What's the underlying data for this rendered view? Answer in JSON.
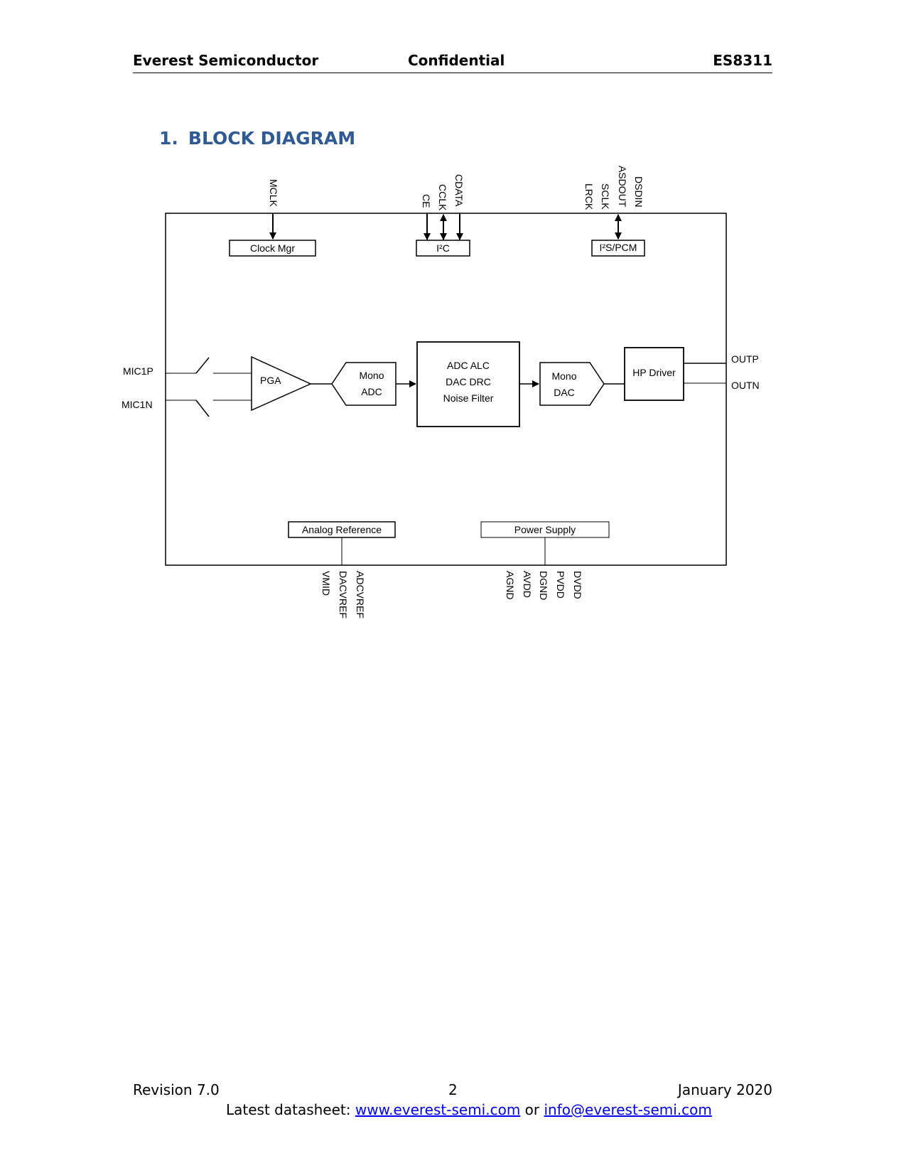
{
  "header": {
    "company": "Everest Semiconductor",
    "classification": "Confidential",
    "part_number": "ES8311"
  },
  "section": {
    "number": "1.",
    "title": "BLOCK DIAGRAM"
  },
  "diagram": {
    "top_pins": {
      "clock": [
        "MCLK"
      ],
      "i2c": [
        "CE",
        "CCLK",
        "CDATA"
      ],
      "i2s": [
        "LRCK",
        "SCLK",
        "ASDOUT",
        "DSDIN"
      ]
    },
    "blocks": {
      "clock_mgr": "Clock Mgr",
      "i2c": "I²C",
      "i2s_pcm": "I²S/PCM",
      "pga": "PGA",
      "mono_adc": [
        "Mono",
        "ADC"
      ],
      "dsp": [
        "ADC ALC",
        "DAC DRC",
        "Noise Filter"
      ],
      "mono_dac": [
        "Mono",
        "DAC"
      ],
      "hp_driver": "HP Driver",
      "analog_reference": "Analog Reference",
      "power_supply": "Power Supply"
    },
    "left_pins": [
      "MIC1P",
      "MIC1N"
    ],
    "right_pins": [
      "OUTP",
      "OUTN"
    ],
    "bottom_pins": {
      "analog_reference": [
        "VMID",
        "DACVREF",
        "ADCVREF"
      ],
      "power_supply": [
        "AGND",
        "AVDD",
        "DGND",
        "PVDD",
        "DVDD"
      ]
    }
  },
  "footer": {
    "revision": "Revision 7.0",
    "page": "2",
    "date": "January 2020",
    "datasheet_prefix": "Latest datasheet:",
    "website": "www.everest-semi.com",
    "connector": "or",
    "email": "info@everest-semi.com"
  }
}
